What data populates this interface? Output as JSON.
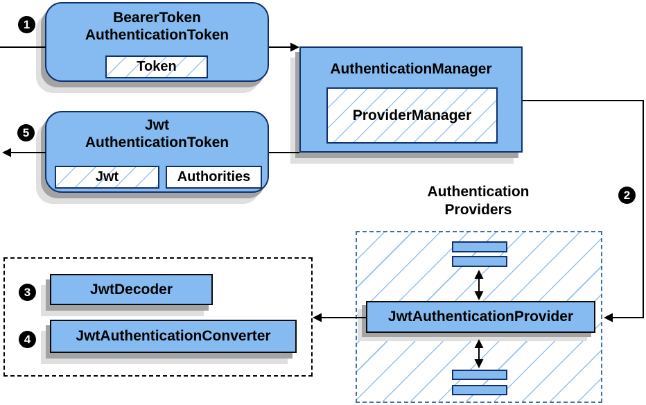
{
  "steps": [
    "1",
    "2",
    "3",
    "4",
    "5"
  ],
  "nodes": {
    "bearer_token": {
      "line1": "BearerToken",
      "line2": "AuthenticationToken",
      "field": "Token"
    },
    "authentication_manager": {
      "title": "AuthenticationManager",
      "field": "ProviderManager"
    },
    "jwt_authentication_token": {
      "line1": "Jwt",
      "line2": "AuthenticationToken",
      "field_jwt": "Jwt",
      "field_authorities": "Authorities"
    },
    "authentication_providers": {
      "line1": "Authentication",
      "line2": "Providers"
    },
    "jwt_authentication_provider": {
      "title": "JwtAuthenticationProvider"
    },
    "jwt_decoder": {
      "title": "JwtDecoder"
    },
    "jwt_authentication_converter": {
      "title": "JwtAuthenticationConverter"
    }
  },
  "colors": {
    "node_fill": "#85bbf0",
    "node_border": "#10316b",
    "plain_border": "#0a0a0a",
    "hatch": "#9cc3ec",
    "hatch_lg": "#94bfe8",
    "dashed_border": "#3f6fad",
    "line": "#000000",
    "shadow_dark": "#a3a3a3",
    "shadow_light": "#dfdfdf"
  }
}
